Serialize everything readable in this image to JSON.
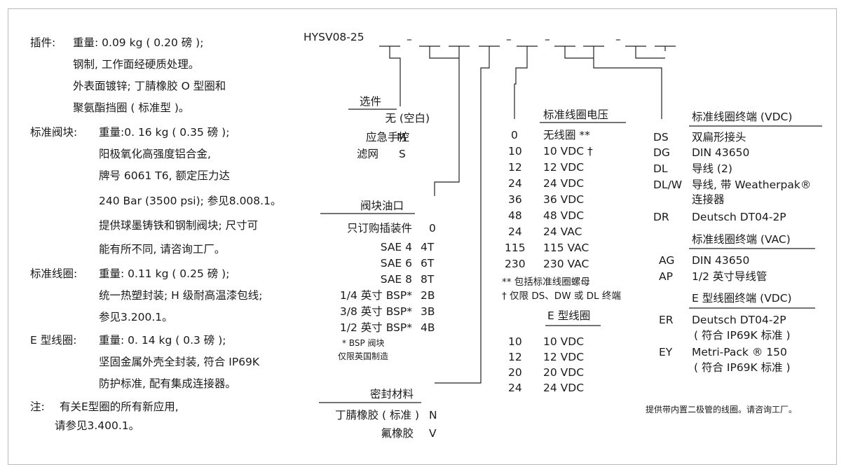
{
  "model_code": "HYSV08-25",
  "code_dashes": [
    "–",
    "–",
    "–",
    "–"
  ],
  "specs": {
    "cartridge": {
      "label": "插件:",
      "lines": [
        "重量: 0.09 kg ( 0.20 磅 );",
        "钢制, 工作面经硬质处理。",
        "外表面镀锌; 丁腈橡胶 O 型圈和",
        "聚氨酯挡圈 ( 标准型 )。"
      ]
    },
    "body": {
      "label": "标准阀块:",
      "lines": [
        "重量:0. 16 kg ( 0.35 磅 );",
        "阳极氧化高强度铝合金,",
        "牌号 6061 T6, 额定压力达",
        "240 Bar (3500 psi); 参见8.008.1。",
        "提供球墨铸铁和钢制阀块; 尺寸可",
        "能有所不同, 请咨询工厂。"
      ]
    },
    "std_coil": {
      "label": "标准线圈:",
      "lines": [
        "重量: 0.11 kg ( 0.25 磅 );",
        "统一热塑封装; H 级耐高温漆包线;",
        "参见3.200.1。"
      ]
    },
    "e_coil": {
      "label": "E 型线圈:",
      "lines": [
        "重量: 0. 14 kg ( 0.3 磅 );",
        "坚固金属外壳全封装, 符合 IP69K",
        "防护标准, 配有集成连接器。"
      ]
    },
    "note": {
      "label": "注:",
      "lines": [
        "有关E型圈的所有新应用,",
        "请参见3.400.1。"
      ]
    }
  },
  "options": {
    "title": "选件",
    "rows": [
      {
        "name": "无 (空白)",
        "code": ""
      },
      {
        "name": "应急手控",
        "code": "M"
      },
      {
        "name": "滤网",
        "code": "S"
      }
    ]
  },
  "ports": {
    "title": "阀块油口",
    "rows": [
      {
        "name": "只订购插装件",
        "code": "0"
      },
      {
        "name": "SAE 4",
        "code": "4T"
      },
      {
        "name": "SAE 6",
        "code": "6T"
      },
      {
        "name": "SAE 8",
        "code": "8T"
      },
      {
        "name": "1/4 英寸 BSP*",
        "code": "2B"
      },
      {
        "name": "3/8 英寸 BSP*",
        "code": "3B"
      },
      {
        "name": "1/2 英寸 BSP*",
        "code": "4B"
      }
    ],
    "footnote": [
      "* BSP 阀块",
      "仅限英国制造"
    ]
  },
  "seals": {
    "title": "密封材料",
    "rows": [
      {
        "name": "丁腈橡胶 ( 标准 )",
        "code": "N"
      },
      {
        "name": "氟橡胶",
        "code": "V"
      }
    ]
  },
  "coil_voltage": {
    "title": "标准线圈电压",
    "rows": [
      {
        "code": "0",
        "value": "无线圈 **"
      },
      {
        "code": "10",
        "value": "10 VDC †"
      },
      {
        "code": "12",
        "value": "12 VDC"
      },
      {
        "code": "24",
        "value": "24 VDC"
      },
      {
        "code": "36",
        "value": "36 VDC"
      },
      {
        "code": "48",
        "value": "48 VDC"
      },
      {
        "code": "24",
        "value": "24 VAC"
      },
      {
        "code": "115",
        "value": "115 VAC"
      },
      {
        "code": "230",
        "value": "230 VAC"
      }
    ],
    "notes": [
      "** 包括标准线圈螺母",
      "† 仅限 DS、DW 或 DL 终端"
    ]
  },
  "e_coil_voltage": {
    "title": "E 型线圈",
    "rows": [
      {
        "code": "10",
        "value": "10 VDC"
      },
      {
        "code": "12",
        "value": "12 VDC"
      },
      {
        "code": "20",
        "value": "20 VDC"
      },
      {
        "code": "24",
        "value": "24 VDC"
      }
    ]
  },
  "term_vdc": {
    "title": "标准线圈终端 (VDC)",
    "rows": [
      {
        "code": "DS",
        "value": "双扁形接头"
      },
      {
        "code": "DG",
        "value": "DIN 43650"
      },
      {
        "code": "DL",
        "value": "导线 (2)"
      },
      {
        "code": "DL/W",
        "value": "导线, 带 Weatherpak®"
      },
      {
        "code": "",
        "value": "连接器"
      },
      {
        "code": "DR",
        "value": "Deutsch DT04-2P"
      }
    ]
  },
  "term_vac": {
    "title": "标准线圈终端 (VAC)",
    "rows": [
      {
        "code": "AG",
        "value": "DIN 43650"
      },
      {
        "code": "AP",
        "value": "1/2 英寸导线管"
      }
    ]
  },
  "term_e": {
    "title": "E 型线圈终端 (VDC)",
    "rows": [
      {
        "code": "ER",
        "value": "Deutsch DT04-2P"
      },
      {
        "code": "",
        "value": "( 符合 IP69K 标准 )"
      },
      {
        "code": "EY",
        "value": "Metri-Pack ® 150"
      },
      {
        "code": "",
        "value": "( 符合 IP69K 标准 )"
      }
    ]
  },
  "diode_note": "提供带内置二极管的线圈。请咨询工厂。"
}
